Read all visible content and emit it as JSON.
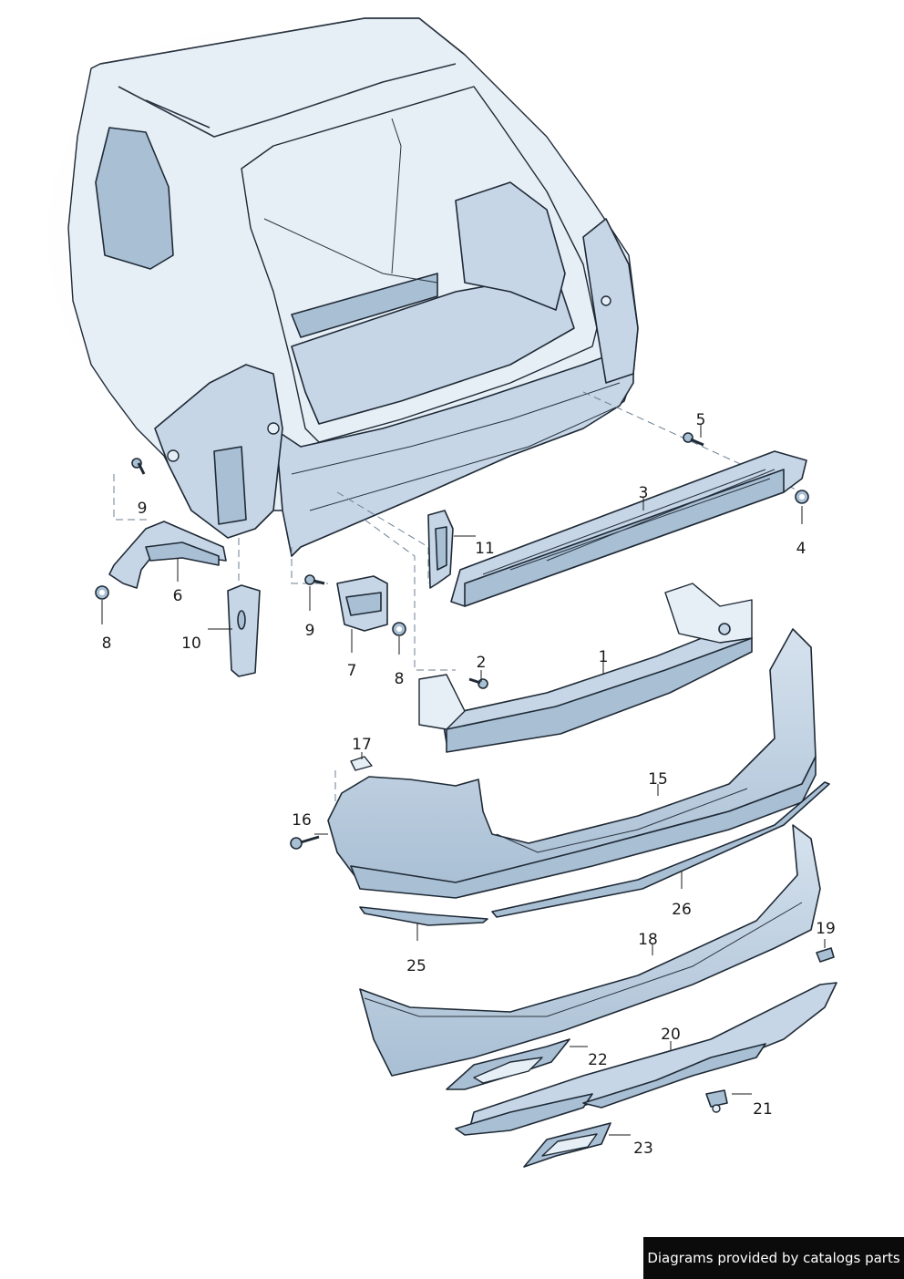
{
  "footer_text": "Diagrams provided by catalogs parts",
  "callouts": [
    "1",
    "2",
    "3",
    "4",
    "5",
    "6",
    "7",
    "8",
    "8",
    "9",
    "9",
    "10",
    "11",
    "15",
    "16",
    "17",
    "18",
    "19",
    "20",
    "21",
    "22",
    "23",
    "25",
    "26"
  ],
  "colors": {
    "part_fill": "#c6d6e6",
    "part_shadow": "#a9bfd4",
    "outline": "#1f2a36",
    "footer_bg": "#0b0b0b",
    "footer_text": "#ffffff"
  }
}
